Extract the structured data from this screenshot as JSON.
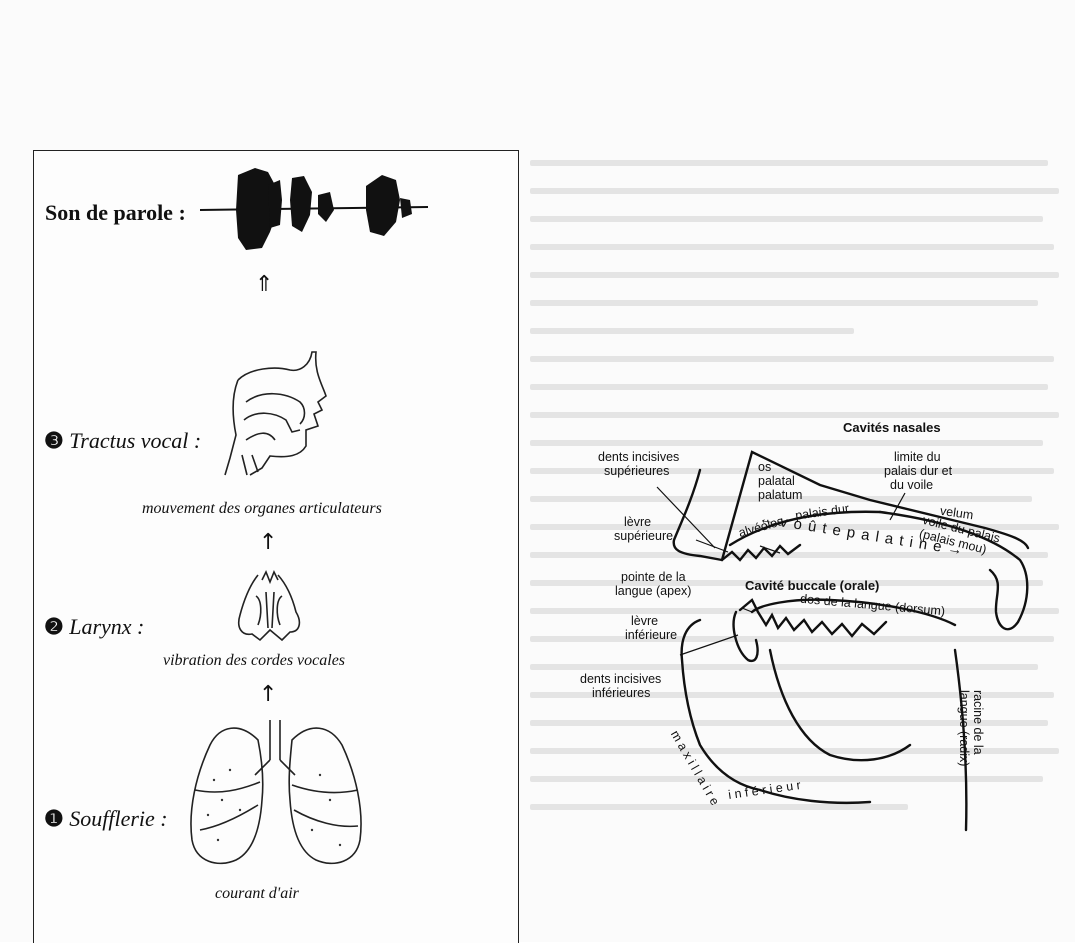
{
  "left_panel": {
    "speech_sound_label": "Son de parole :",
    "double_arrow": "⇑",
    "stage3_number": "❸",
    "stage3_label": "Tractus vocal :",
    "articulators_caption": "mouvement des organes articulateurs",
    "stage2_number": "❷",
    "stage2_label": "Larynx :",
    "vocal_cords_caption": "vibration des cordes vocales",
    "stage1_number": "❶",
    "stage1_label": "Soufflerie :",
    "airflow_caption": "courant d'air",
    "up_arrow": "↑"
  },
  "right_panel": {
    "nasal_cavities": "Cavités nasales",
    "upper_incisors": [
      "dents incisives",
      "supérieures"
    ],
    "palatal_bone": [
      "os",
      "palatal",
      "palatum"
    ],
    "hard_soft_limit": [
      "limite du",
      "palais dur et",
      "du voile"
    ],
    "upper_lip": [
      "lèvre",
      "supérieure"
    ],
    "alveoles": "alvéoles",
    "hard_palate": "palais dur",
    "velum": "velum",
    "soft_palate": [
      "voile du palais",
      "(palais mou)"
    ],
    "palatal_vault": "v o û t e   p a l a t i n e",
    "tongue_tip": [
      "pointe de la",
      "langue (apex)"
    ],
    "oral_cavity": "Cavité buccale (orale)",
    "tongue_back": "dos de la langue (dorsum)",
    "lower_lip": [
      "lèvre",
      "inférieure"
    ],
    "lower_incisors": [
      "dents incisives",
      "inférieures"
    ],
    "maxilla": "m a x i l l a i r e",
    "inferior": "i n f é r i e u r",
    "tongue_root": [
      "racine de la",
      "langue (radix)"
    ]
  }
}
